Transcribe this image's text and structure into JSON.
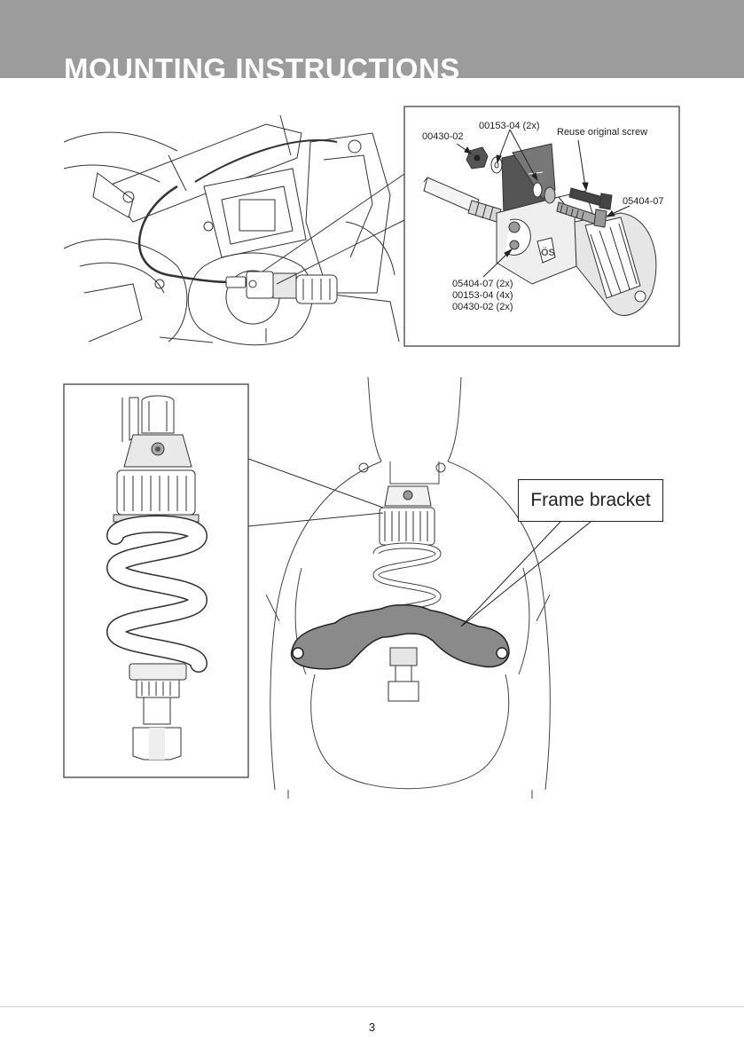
{
  "header": {
    "title": "MOUNTING INSTRUCTIONS",
    "band_color": "#9c9c9c"
  },
  "top_figure": {
    "callouts": {
      "part_00153_04_2x": "00153-04 (2x)",
      "part_00430_02": "00430-02",
      "reuse_screw": "Reuse original screw",
      "part_05404_07": "05404-07",
      "kit_line_1": "05404-07 (2x)",
      "kit_line_2": "00153-04 (4x)",
      "kit_line_3": "00430-02 (2x)"
    }
  },
  "bottom_figure": {
    "frame_bracket_label": "Frame bracket",
    "bracket_color": "#8a8a8a"
  },
  "footer": {
    "page_number": "3"
  }
}
